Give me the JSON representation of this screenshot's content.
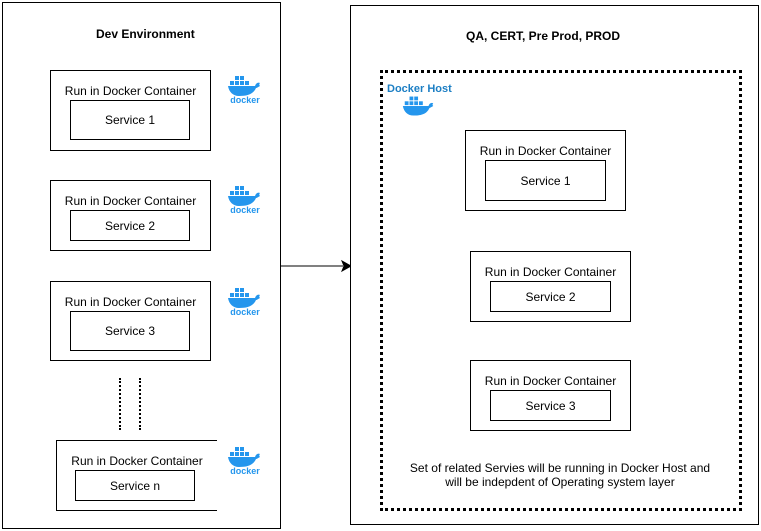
{
  "left_panel": {
    "title": "Dev Environment",
    "containers": [
      {
        "label": "Run in Docker Container",
        "service": "Service 1"
      },
      {
        "label": "Run in Docker Container",
        "service": "Service 2"
      },
      {
        "label": "Run in Docker Container",
        "service": "Service 3"
      },
      {
        "label": "Run in Docker Container",
        "service": "Service n"
      }
    ],
    "logo_text": "docker"
  },
  "right_panel": {
    "title": "QA, CERT, Pre Prod, PROD",
    "host_label": "Docker Host",
    "containers": [
      {
        "label": "Run in Docker Container",
        "service": "Service 1"
      },
      {
        "label": "Run in Docker Container",
        "service": "Service 2"
      },
      {
        "label": "Run in Docker Container",
        "service": "Service 3"
      }
    ],
    "note_line1": "Set of related Servies will be running in Docker Host and",
    "note_line2": "will be indepdent of Operating system layer"
  },
  "colors": {
    "docker_blue": "#2496ED",
    "docker_host_text": "#1D7FC4"
  },
  "icons": [
    "docker-whale-icon",
    "arrow-right-icon"
  ]
}
